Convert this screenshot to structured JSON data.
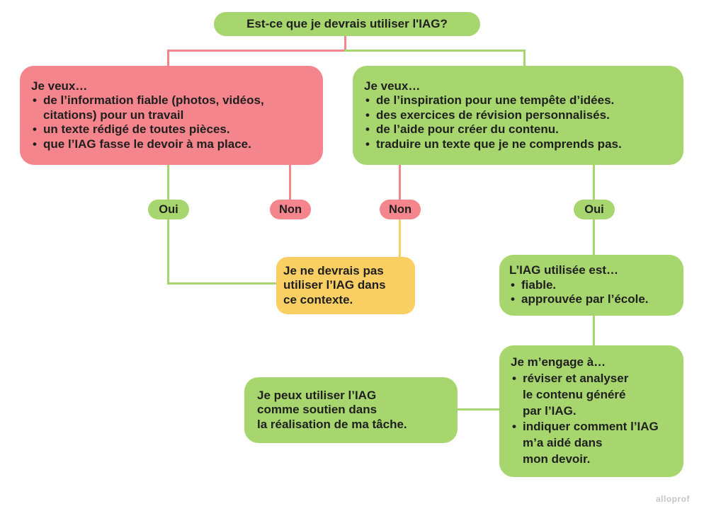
{
  "colors": {
    "red": "#f4858c",
    "green": "#a7d66e",
    "yellow": "#f9ce63",
    "text": "#1f1f1f",
    "logo_gray": "#c6c6c6",
    "background": "#ffffff"
  },
  "root_question": {
    "label": "Est-ce que je devrais utiliser l'IAG?"
  },
  "bad_uses_box": {
    "title": "Je veux…",
    "items": [
      "de l’information fiable (photos, vidéos,\ncitations) pour un travail",
      "un texte rédigé de toutes pièces.",
      "que l’IAG fasse le devoir à ma place."
    ]
  },
  "good_uses_box": {
    "title": "Je veux…",
    "items": [
      "de l’inspiration pour une tempête d’idées.",
      "des exercices de révision personnalisés.",
      "de l’aide pour créer du contenu.",
      "traduire un texte que je ne comprends pas."
    ]
  },
  "branch_labels": {
    "bad_yes": "Oui",
    "bad_no": "Non",
    "good_no": "Non",
    "good_yes": "Oui"
  },
  "do_not_use_box": {
    "text": "Je ne devrais pas\nutiliser l’IAG dans\nce contexte."
  },
  "iag_criteria_box": {
    "title": "L’IAG utilisée est…",
    "items": [
      "fiable.",
      "approuvée par l’école."
    ]
  },
  "commitment_box": {
    "title": "Je m’engage à…",
    "items": [
      "réviser et analyser\nle contenu généré\npar l’IAG.",
      "indiquer comment l’IAG\nm’a aidé dans\nmon devoir."
    ]
  },
  "can_use_box": {
    "text": "Je peux utiliser l’IAG\ncomme soutien dans\nla réalisation de ma tâche."
  },
  "footer": {
    "logo": "alloprof"
  }
}
